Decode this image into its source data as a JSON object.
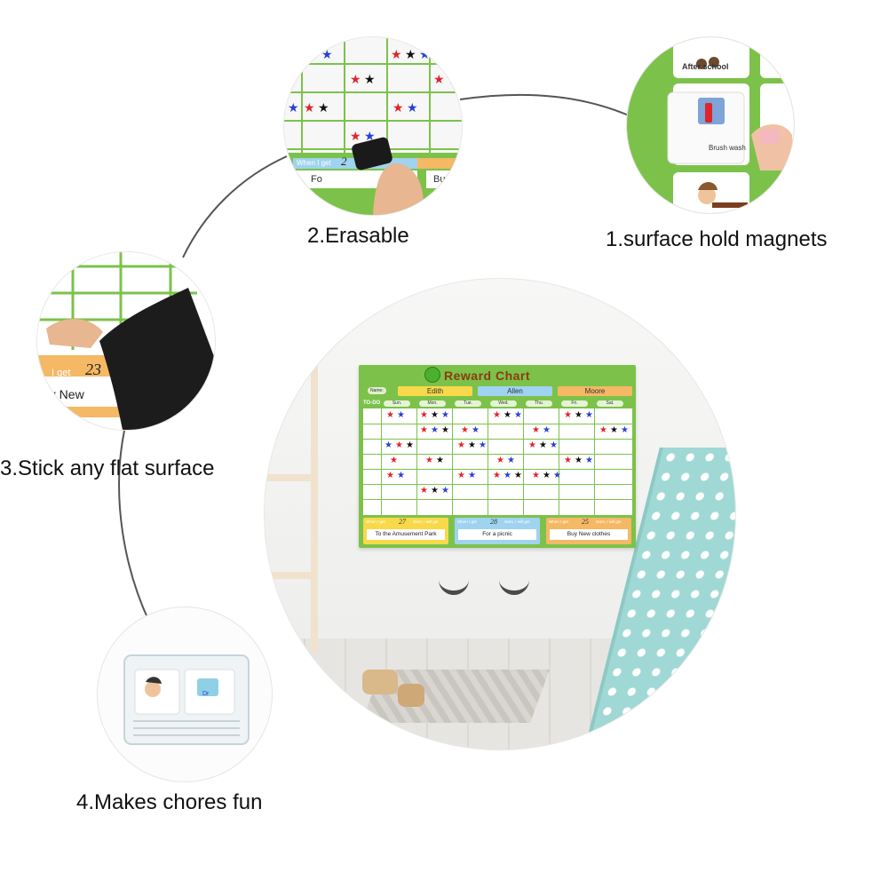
{
  "features": {
    "magnets_label": "1.surface hold magnets",
    "erasable_label": "2.Erasable",
    "stick_label": "3.Stick any flat surface",
    "chores_label": "4.Makes chores fun"
  },
  "magnet_inset": {
    "card_top": "After school",
    "card_middle": "Brush wash"
  },
  "erasable_inset": {
    "goal_prefix": "When I get",
    "goal_number": "2",
    "goal_text_left": "Fo",
    "goal_text_right": "Bu"
  },
  "stick_inset": {
    "goal_prefix": "I get",
    "goal_number": "23",
    "goal_text": "uy New"
  },
  "box_inset": {
    "card_text": "Dr"
  },
  "reward_chart": {
    "title": "Reward Chart",
    "name_label": "Name:",
    "names": [
      "Edith",
      "Allen",
      "Moore"
    ],
    "todo_label": "TO-DO",
    "days": [
      "Sun.",
      "Mon.",
      "Tue.",
      "Wed.",
      "Thu.",
      "Fri.",
      "Sat."
    ],
    "goals": [
      {
        "prefix": "When I get",
        "number": "27",
        "suffix": "stars, I will get",
        "reward": "To the Amusement Park"
      },
      {
        "prefix": "When I get",
        "number": "28",
        "suffix": "stars, I will get",
        "reward": "For a picnic"
      },
      {
        "prefix": "When I get",
        "number": "25",
        "suffix": "stars, I will get",
        "reward": "Buy New clothes"
      }
    ]
  },
  "colors": {
    "board_green": "#7cc24a",
    "name_yellow": "#f7d94a",
    "name_blue": "#9fd3f0",
    "name_orange": "#f5b865",
    "star_red": "#e0242b",
    "star_blue": "#2a3fd6",
    "star_black": "#111111"
  }
}
